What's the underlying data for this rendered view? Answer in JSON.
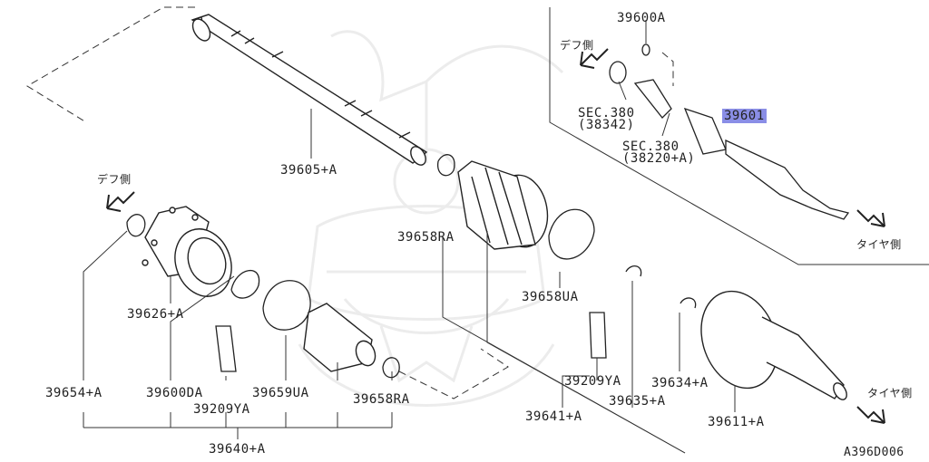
{
  "diagram": {
    "code": "A396D006",
    "highlight_color": "#8a8ee6",
    "watermark": "samurai-helmet-watermark",
    "part_labels": [
      "39600A",
      "SEC.380",
      "(38342)",
      "SEC.380",
      "(38220+A)",
      "39601",
      "39605+A",
      "39658RA",
      "39626+A",
      "39658UA",
      "39654+A",
      "39600DA",
      "39659UA",
      "39209YA",
      "39658RA",
      "39209YA",
      "39634+A",
      "39635+A",
      "39641+A",
      "39611+A",
      "39640+A"
    ],
    "direction_labels": {
      "diff_side": "デフ側",
      "tire_side": "タイヤ側"
    }
  }
}
